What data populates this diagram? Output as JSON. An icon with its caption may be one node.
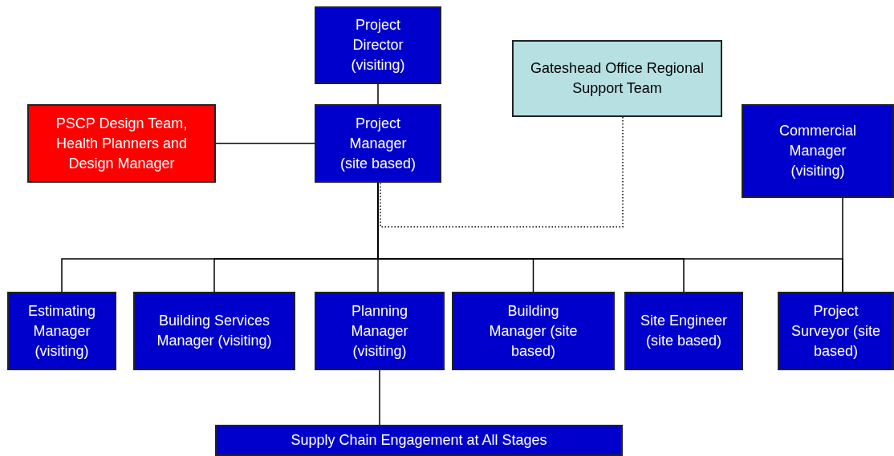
{
  "diagram": {
    "nodes": [
      {
        "text": [
          "Project Director (visiting)"
        ]
      },
      {
        "text": [
          "Gateshead Office Regional Support Team"
        ]
      },
      {
        "text": [
          "PSCP Design Team, Health Planners and Design Manager"
        ]
      },
      {
        "text": [
          "Project Manager (site based)"
        ]
      },
      {
        "text": [
          "Commercial Manager (visiting)"
        ]
      },
      {
        "text": [
          "Estimating Manager (visiting)"
        ]
      },
      {
        "text": [
          "Building Services Manager (visiting)"
        ]
      },
      {
        "text": [
          "Planning Manager (visiting)"
        ]
      },
      {
        "text": [
          "Building Manager (site based)"
        ]
      },
      {
        "text": [
          "Site Engineer (site based)"
        ]
      },
      {
        "text": [
          "Project Surveyor (site based)"
        ]
      },
      {
        "text": [
          "Supply Chain Engagement at All Stages"
        ]
      }
    ],
    "edges": [
      {
        "from": 0,
        "to": 3,
        "arrow": "none"
      },
      {
        "from": 2,
        "to": 3,
        "arrow": "none"
      },
      {
        "from": 1,
        "to": 3,
        "arrow": "none",
        "style": "dashed"
      },
      {
        "from": 3,
        "to": 5,
        "arrow": "none"
      },
      {
        "from": 3,
        "to": 6,
        "arrow": "none"
      },
      {
        "from": 3,
        "to": 7,
        "arrow": "none"
      },
      {
        "from": 3,
        "to": 8,
        "arrow": "none"
      },
      {
        "from": 3,
        "to": 9,
        "arrow": "none"
      },
      {
        "from": 3,
        "to": 10,
        "arrow": "none"
      },
      {
        "from": 4,
        "to": 10,
        "arrow": "none"
      },
      {
        "from": 7,
        "to": 11,
        "arrow": "none"
      }
    ]
  }
}
